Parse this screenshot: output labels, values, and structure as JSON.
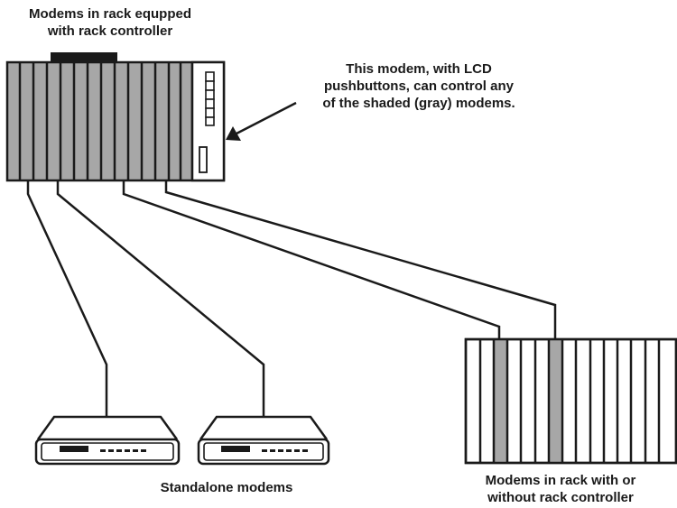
{
  "labels": {
    "top_rack_line1": "Modems in rack equpped",
    "top_rack_line2": "with rack controller",
    "controller_line1": "This modem, with LCD",
    "controller_line2": "pushbuttons, can control any",
    "controller_line3": "of the shaded (gray) modems.",
    "standalone": "Standalone modems",
    "bottom_rack_line1": "Modems in rack with or",
    "bottom_rack_line2": "without rack controller"
  },
  "colors": {
    "shaded_modem": "#a7a7a7",
    "outline": "#1a1a1a",
    "background": "#ffffff"
  }
}
